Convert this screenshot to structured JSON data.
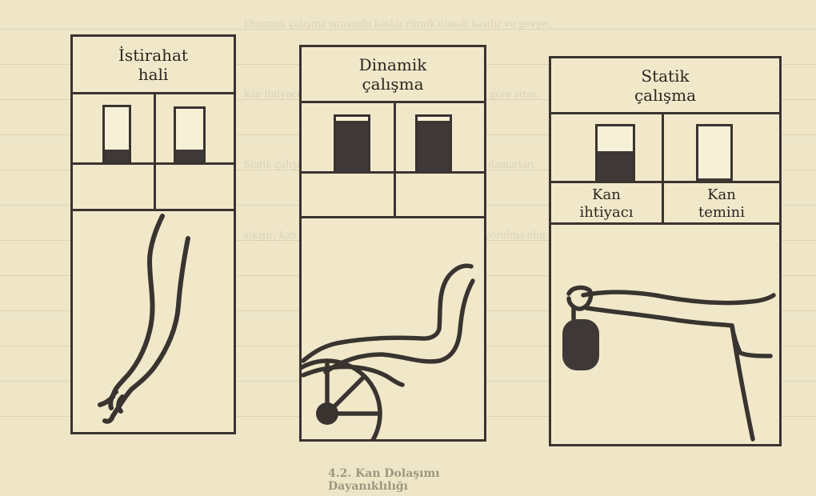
{
  "panels": [
    {
      "title": "İstirahat\nhali",
      "demand_level": 0.22,
      "supply_level": 0.22,
      "labels": [
        "",
        ""
      ]
    },
    {
      "title": "Dinamik\nçalışma",
      "demand_level": 0.92,
      "supply_level": 0.92,
      "labels": [
        "",
        ""
      ]
    },
    {
      "title": "Statik\nçalışma",
      "demand_level": 0.55,
      "supply_level": 0.05,
      "labels": [
        "Kan\nihtiyacı",
        "Kan\ntemini"
      ]
    }
  ],
  "background": {
    "faint_lines": [
      "Dinamik çalışma sırasında kaslar ritmik olarak kasılır ve gevşer,",
      "kan ihtiyacı artar; kaslara giden kan akımı da buna göre artar.",
      "Statik çalışmada ise sürekli kasılma nedeniyle kan damarları",
      "sıkışır, kan temini ihtiyacı karşılayamaz ve çabuk yorulma olur."
    ],
    "caption": "4.2. Kan Dolaşımı Dayanıklılığı"
  },
  "colors": {
    "paper": "#efe6c8",
    "ink": "#3a3430",
    "blood": "#3e3936"
  }
}
